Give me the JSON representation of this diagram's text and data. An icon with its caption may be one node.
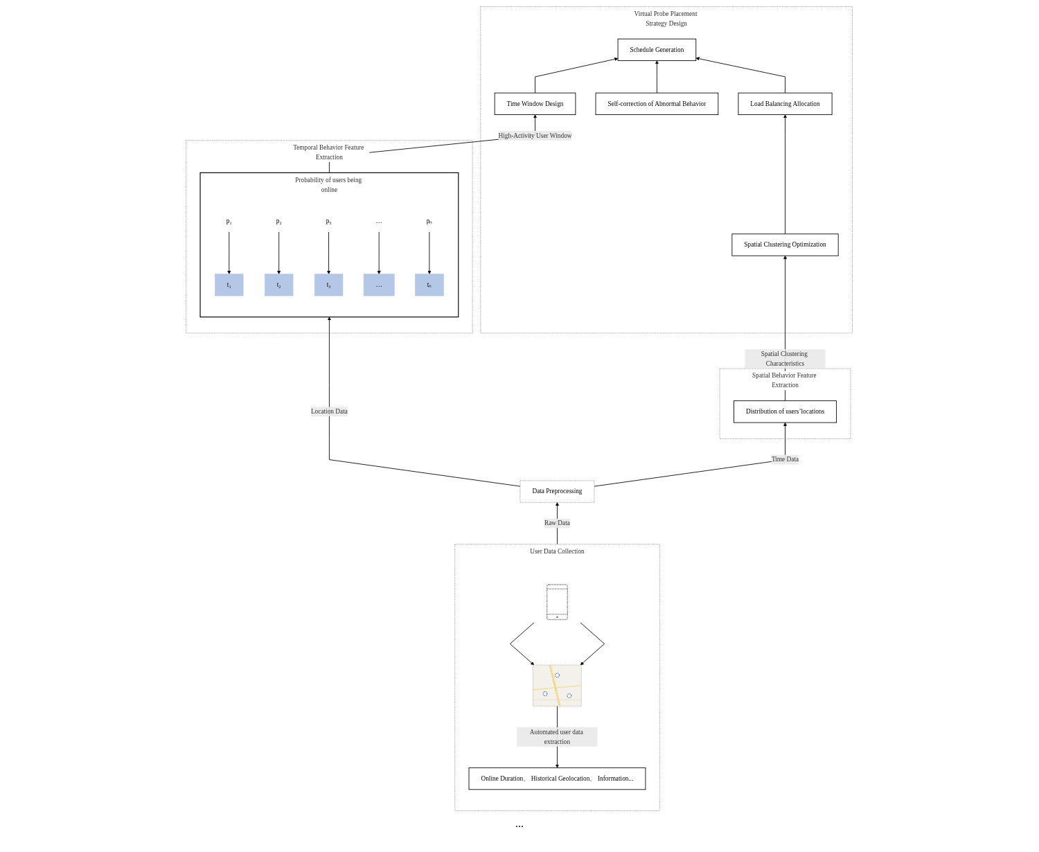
{
  "diagram": {
    "nodes": [
      {
        "text": [
          "Virtual Probe Placement Strategy Design"
        ]
      },
      {
        "text": [
          "Schedule Generation"
        ],
        "in": 0
      },
      {
        "text": [
          "Load Balancing Allocation"
        ],
        "in": 0
      },
      {
        "text": [
          "Time Window Design"
        ],
        "in": 0
      },
      {
        "text": [
          "Self-correction of Abnormal Behavior"
        ],
        "in": 0
      },
      {
        "text": [
          "Spatial Clustering Optimization"
        ],
        "in": 0
      },
      {
        "text": [
          "Temporal Behavior Feature Extraction"
        ]
      },
      {
        "text": [
          "Probability of users being online"
        ],
        "in": 6
      },
      {
        "text": [
          "p₁"
        ],
        "in": 7
      },
      {
        "text": [
          "p₂"
        ],
        "in": 7
      },
      {
        "text": [
          "p₃"
        ],
        "in": 7
      },
      {
        "text": [
          "…"
        ],
        "in": 7
      },
      {
        "text": [
          "pₙ"
        ],
        "in": 7
      },
      {
        "text": [
          "t₁"
        ],
        "in": 7
      },
      {
        "text": [
          "t₂"
        ],
        "in": 7
      },
      {
        "text": [
          "t₃"
        ],
        "in": 7
      },
      {
        "text": [
          "…"
        ],
        "in": 7
      },
      {
        "text": [
          "tₙ"
        ],
        "in": 7
      },
      {
        "text": [
          "Spatial Behavior Feature Extraction"
        ]
      },
      {
        "text": [
          "Distribution of users’locations"
        ],
        "in": 18
      },
      {
        "text": [
          "Data Preprocessing"
        ]
      },
      {
        "text": [
          "User Data Collection"
        ]
      },
      {
        "text": [],
        "shape": "picture",
        "in": 21
      },
      {
        "text": [],
        "shape": "picture",
        "in": 21
      },
      {
        "text": [
          "Online Duration、 Historical Geolocation、 Information..."
        ],
        "in": 21
      }
    ],
    "edges": [
      {
        "from": 3,
        "to": 1,
        "arrow": "to"
      },
      {
        "from": 4,
        "to": 1,
        "arrow": "to"
      },
      {
        "from": 2,
        "to": 1,
        "arrow": "to"
      },
      {
        "from": 5,
        "to": 2,
        "arrow": "to"
      },
      {
        "from": 7,
        "to": 3,
        "arrow": "to",
        "label": "High-Activity User Window"
      },
      {
        "from": 19,
        "to": 5,
        "arrow": "to",
        "label": "Spatial Clustering Characteristics"
      },
      {
        "from": 8,
        "to": 13,
        "arrow": "to"
      },
      {
        "from": 9,
        "to": 14,
        "arrow": "to"
      },
      {
        "from": 10,
        "to": 15,
        "arrow": "to"
      },
      {
        "from": 11,
        "to": 16,
        "arrow": "to"
      },
      {
        "from": 12,
        "to": 17,
        "arrow": "to"
      },
      {
        "from": 20,
        "to": 7,
        "arrow": "to",
        "label": "Location Data"
      },
      {
        "from": 20,
        "to": 19,
        "arrow": "to",
        "label": "Time Data"
      },
      {
        "from": 21,
        "to": 20,
        "arrow": "to",
        "label": "Raw Data"
      },
      {
        "from": 22,
        "to": 23,
        "arrow": "to"
      },
      {
        "from": 22,
        "to": 23,
        "arrow": "to"
      },
      {
        "from": 23,
        "to": 24,
        "arrow": "to",
        "label": "Automated user data extraction"
      }
    ],
    "labels": [
      "..."
    ]
  }
}
